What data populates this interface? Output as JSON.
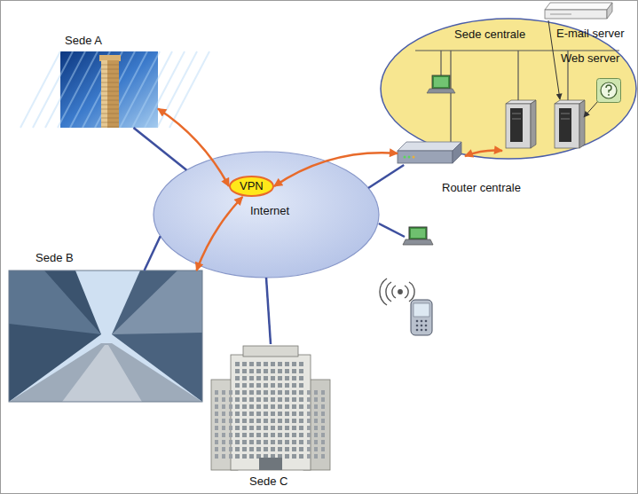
{
  "diagram": {
    "nodes": [
      {
        "text": [
          "Sede A"
        ]
      },
      {
        "text": [
          "E-mail server"
        ]
      },
      {
        "text": [
          "Sede centrale"
        ]
      },
      {
        "text": [
          "Router centrale"
        ],
        "in": 2
      },
      {
        "text": [
          "Web server"
        ]
      },
      {
        "text": [
          "Internet"
        ]
      },
      {
        "text": [
          "VPN"
        ],
        "in": 5
      },
      {
        "text": [
          "Sede B"
        ]
      },
      {
        "text": [
          "Sede C"
        ]
      }
    ],
    "edges": [
      {
        "from": 0,
        "to": 6,
        "arrow": "both"
      },
      {
        "from": 6,
        "to": 3,
        "arrow": "both"
      },
      {
        "from": 6,
        "to": 7,
        "arrow": "both"
      },
      {
        "from": 0,
        "to": 5,
        "arrow": "none"
      },
      {
        "from": 3,
        "to": 5,
        "arrow": "none"
      },
      {
        "from": 7,
        "to": 5,
        "arrow": "none"
      },
      {
        "from": 8,
        "to": 5,
        "arrow": "none"
      }
    ]
  }
}
